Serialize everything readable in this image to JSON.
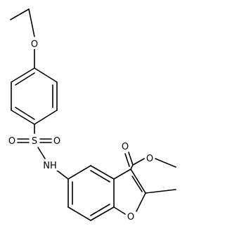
{
  "molecule": {
    "atom_labels": {
      "ether_o": "O",
      "sulfonyl_o_left": "O",
      "sulfur": "S",
      "sulfonyl_o_right": "O",
      "amine": "NH",
      "ester_carbonyl_o": "O",
      "ester_o": "O",
      "furan_o": "O"
    }
  },
  "colors": {
    "ink": "#000000",
    "background": "#ffffff"
  }
}
